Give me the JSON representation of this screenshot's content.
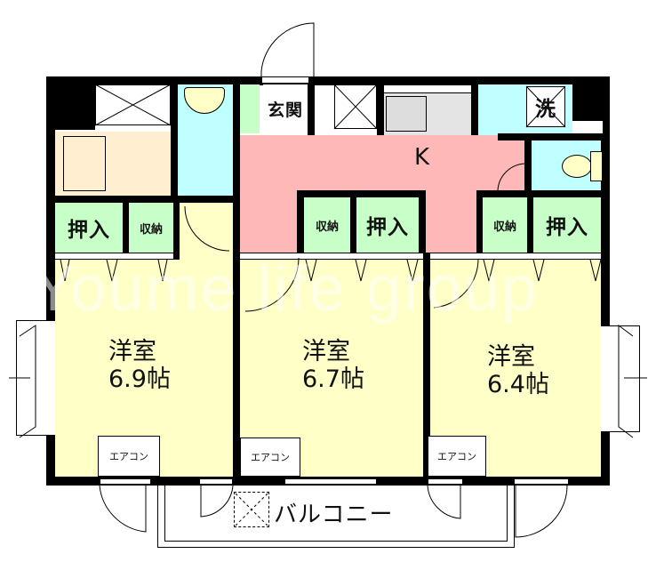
{
  "floorplan": {
    "entrance": {
      "label": "玄関"
    },
    "kitchen": {
      "label": "K"
    },
    "laundry": {
      "label": "洗"
    },
    "balcony": {
      "label": "バルコニー"
    },
    "rooms": [
      {
        "type": "洋室",
        "size": "6.9帖"
      },
      {
        "type": "洋室",
        "size": "6.7帖"
      },
      {
        "type": "洋室",
        "size": "6.4帖"
      }
    ],
    "closets": {
      "oshiire": "押入",
      "shuno": "収納"
    },
    "aircon": "エアコン",
    "watermark": "Youme life group"
  },
  "colors": {
    "western_room": "#ffffc8",
    "closet": "#c8ffc8",
    "kitchen": "#ffb8b8",
    "wet_area": "#c0ffff",
    "bath": "#ffefd0",
    "wall": "#000000"
  }
}
